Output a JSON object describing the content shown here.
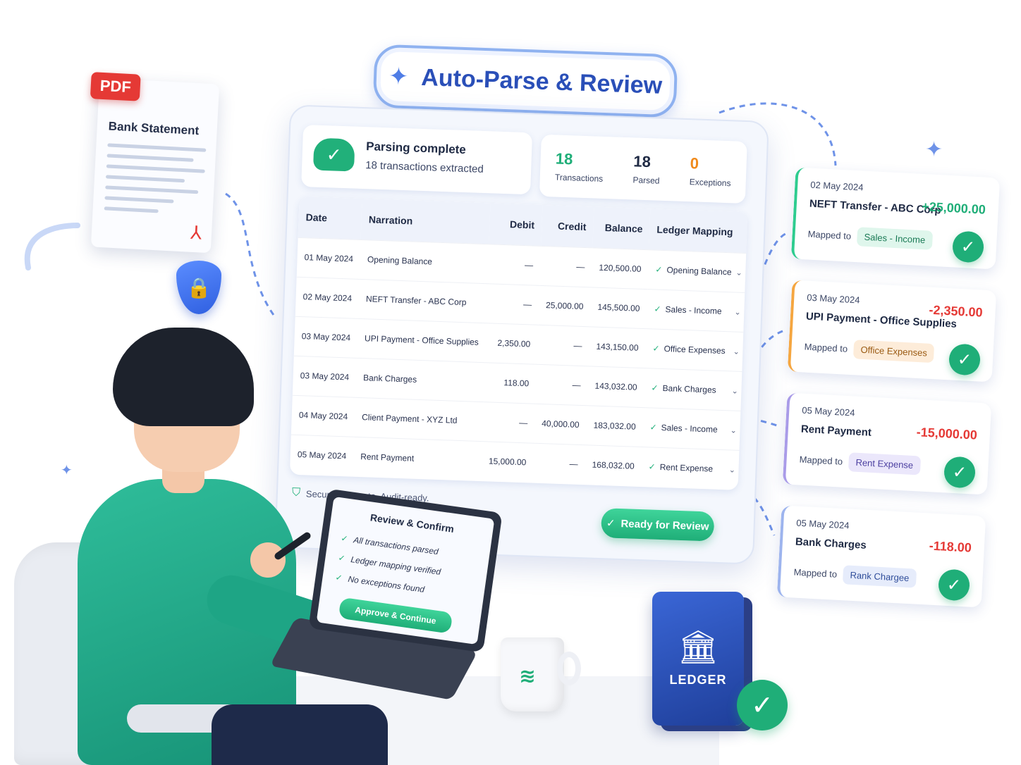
{
  "header": {
    "title": "Auto-Parse & Review"
  },
  "document": {
    "badge": "PDF",
    "title": "Bank Statement"
  },
  "status": {
    "title": "Parsing complete",
    "subtitle": "18 transactions extracted"
  },
  "stats": [
    {
      "value": "18",
      "label": "Transactions",
      "color": "#1fae78"
    },
    {
      "value": "18",
      "label": "Parsed",
      "color": "#1f2a44"
    },
    {
      "value": "0",
      "label": "Exceptions",
      "color": "#f08a1c"
    }
  ],
  "table": {
    "columns": [
      "Date",
      "Narration",
      "Debit",
      "Credit",
      "Balance",
      "Ledger Mapping"
    ],
    "rows": [
      {
        "date": "01 May 2024",
        "narration": "Opening Balance",
        "debit": "—",
        "credit": "—",
        "balance": "120,500.00",
        "mapping": "Opening Balance"
      },
      {
        "date": "02 May 2024",
        "narration": "NEFT Transfer - ABC Corp",
        "debit": "—",
        "credit": "25,000.00",
        "balance": "145,500.00",
        "mapping": "Sales - Income"
      },
      {
        "date": "03 May 2024",
        "narration": "UPI Payment - Office Supplies",
        "debit": "2,350.00",
        "credit": "—",
        "balance": "143,150.00",
        "mapping": "Office Expenses"
      },
      {
        "date": "03 May 2024",
        "narration": "Bank Charges",
        "debit": "118.00",
        "credit": "—",
        "balance": "143,032.00",
        "mapping": "Bank Charges"
      },
      {
        "date": "04 May 2024",
        "narration": "Client Payment - XYZ Ltd",
        "debit": "—",
        "credit": "40,000.00",
        "balance": "183,032.00",
        "mapping": "Sales - Income"
      },
      {
        "date": "05 May 2024",
        "narration": "Rent Payment",
        "debit": "15,000.00",
        "credit": "—",
        "balance": "168,032.00",
        "mapping": "Rent Expense"
      }
    ]
  },
  "footer": {
    "secure_note": "Secure. Accurate. Audit-ready.",
    "ready_label": "Ready for Review"
  },
  "cards": [
    {
      "date": "02 May 2024",
      "title": "NEFT Transfer - ABC Corp",
      "amount": "+25,000.00",
      "amount_color": "#1fae78",
      "mapped_label": "Mapped to",
      "pill": "Sales - Income",
      "pill_bg": "#dff6ec",
      "pill_color": "#1a7a55",
      "accent": "#2ecc8f"
    },
    {
      "date": "03 May 2024",
      "title": "UPI Payment - Office Supplies",
      "amount": "-2,350.00",
      "amount_color": "#e53935",
      "mapped_label": "Mapped to",
      "pill": "Office Expenses",
      "pill_bg": "#fdecd9",
      "pill_color": "#9a5a12",
      "accent": "#f5a640"
    },
    {
      "date": "05 May 2024",
      "title": "Rent Payment",
      "amount": "-15,000.00",
      "amount_color": "#e53935",
      "mapped_label": "Mapped to",
      "pill": "Rent Expense",
      "pill_bg": "#ebe7fb",
      "pill_color": "#4b3fa0",
      "accent": "#a99be8"
    },
    {
      "date": "05 May 2024",
      "title": "Bank Charges",
      "amount": "-118.00",
      "amount_color": "#e53935",
      "mapped_label": "Mapped to",
      "pill": "Rank Chargee",
      "pill_bg": "#e6ecfb",
      "pill_color": "#2f4d9a",
      "accent": "#9db4ee"
    }
  ],
  "laptop": {
    "title": "Review & Confirm",
    "items": [
      "All transactions parsed",
      "Ledger mapping verified",
      "No exceptions found"
    ],
    "approve_label": "Approve & Continue"
  },
  "ledger": {
    "label": "LEDGER"
  },
  "icons": {
    "sparkle": "sparkle-icon",
    "check": "check-icon",
    "bank": "bank-icon",
    "shield": "shield-lock-icon",
    "cloud_check": "cloud-check-icon"
  }
}
